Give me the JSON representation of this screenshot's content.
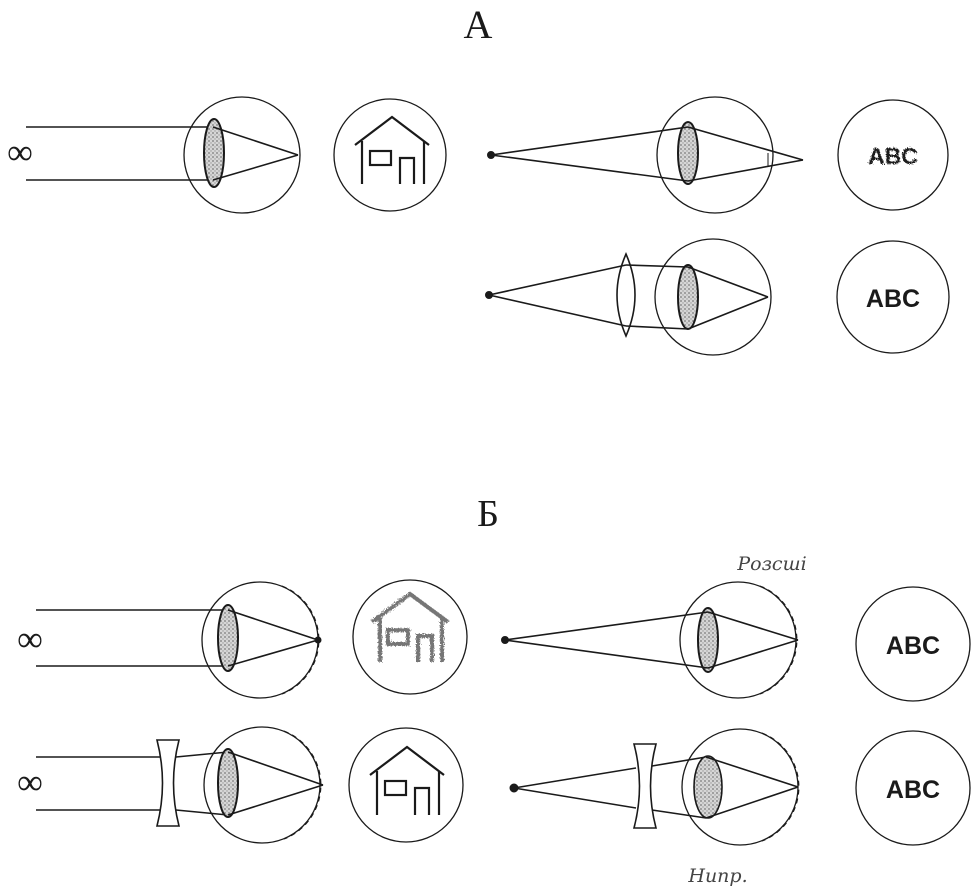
{
  "panels": {
    "a": {
      "label": "А",
      "far_symbol": "∞",
      "blurred_letters": "ABC",
      "corrected_letters": "ABC"
    },
    "b": {
      "label": "Б",
      "far_symbol": "∞",
      "far_symbol_corrected": "∞",
      "near_letters": "ABC",
      "near_letters_corrected": "ABC",
      "note_top": "Розсші",
      "note_bottom": "Нипр."
    }
  },
  "colors": {
    "ink": "#1a1a1a",
    "lens_fill": "#b8b8b8",
    "background": "#ffffff"
  }
}
